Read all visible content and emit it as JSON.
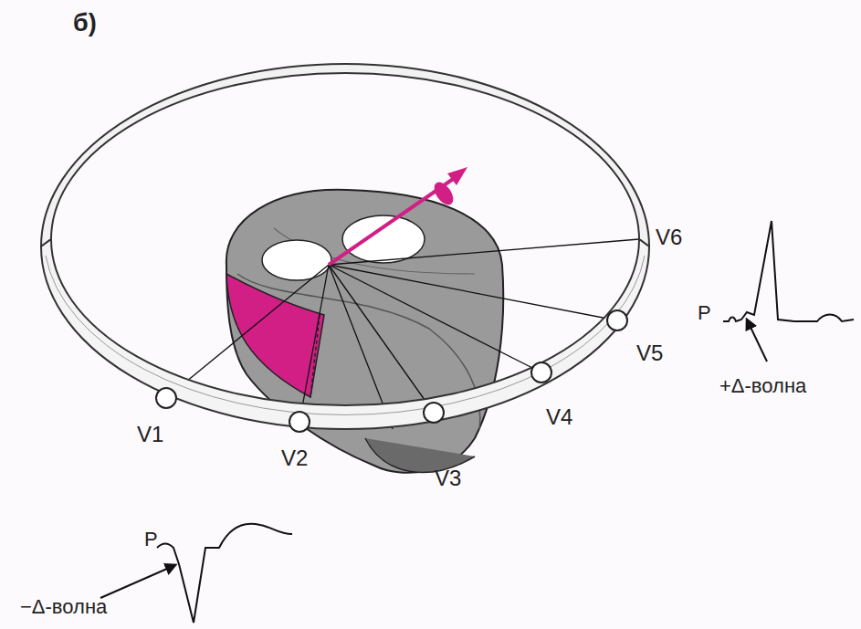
{
  "diagram": {
    "labels": [
      "б)",
      "V6",
      "P",
      "V5",
      "+Δ-волна",
      "V1",
      "V4",
      "V2",
      "V3",
      "P",
      "−Δ-волна"
    ]
  }
}
